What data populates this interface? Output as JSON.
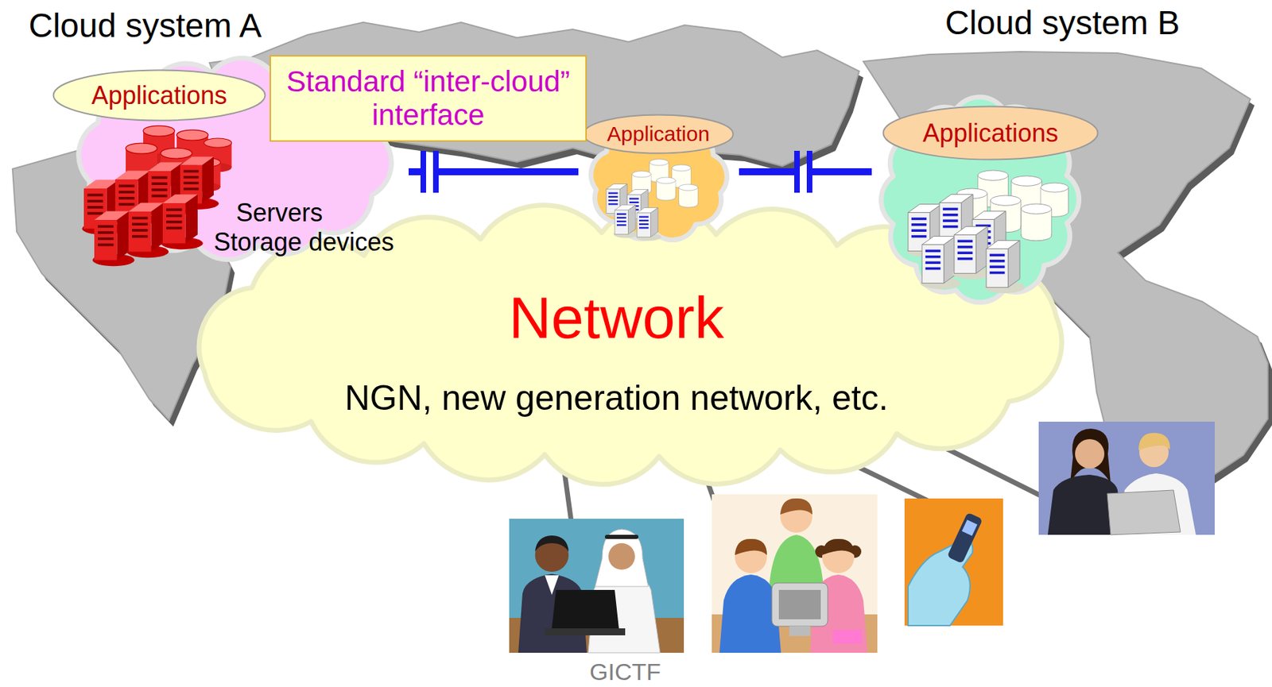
{
  "diagram": {
    "nodes": [
      {
        "text": [
          "Cloud system A",
          "Servers",
          "Storage devices"
        ]
      },
      {
        "text": [
          "Applications"
        ],
        "in": 0
      },
      {
        "text": [
          "Standard “inter-cloud” interface"
        ]
      },
      {
        "text": [
          "Application"
        ]
      },
      {
        "text": [
          "Cloud system B"
        ]
      },
      {
        "text": [
          "Applications"
        ],
        "in": 4
      },
      {
        "text": [
          "Network",
          "NGN, new generation network, etc."
        ]
      }
    ],
    "edges": [
      {
        "from": 0,
        "to": 3,
        "arrow": "none"
      },
      {
        "from": 3,
        "to": 4,
        "arrow": "none"
      }
    ],
    "labels": [
      "GICTF"
    ]
  }
}
